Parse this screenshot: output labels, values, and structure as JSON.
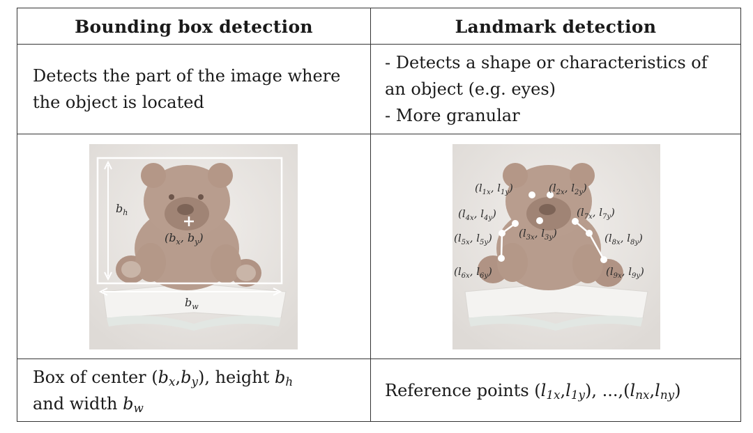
{
  "table": {
    "headers": [
      "Bounding box detection",
      "Landmark detection"
    ],
    "row1": {
      "left": [
        "Detects the part of the image where",
        "the object is located"
      ],
      "right": [
        "- Detects a shape or characteristics of",
        "an object (e.g. eyes)",
        "- More granular"
      ]
    },
    "row3": {
      "left_line1_prefix": "Box of center (",
      "left_line1_mid": ",",
      "left_line1_after": "), height ",
      "left_line2_prefix": "and width ",
      "right_prefix": "Reference points (",
      "right_mid1": ",",
      "right_mid2": "), ...,(",
      "right_mid3": ",",
      "right_suffix": ")"
    }
  },
  "math": {
    "bx": "b",
    "bx_sub": "x",
    "by": "b",
    "by_sub": "y",
    "bh": "b",
    "bh_sub": "h",
    "bw": "b",
    "bw_sub": "w",
    "l1x": "l",
    "l1x_sub": "1x",
    "l1y": "l",
    "l1y_sub": "1y",
    "lnx": "l",
    "lnx_sub": "nx",
    "lny": "l",
    "lny_sub": "ny"
  },
  "bbox_figure": {
    "center_label": "(b",
    "center_label_x_sub": "x",
    "center_label_mid": ", b",
    "center_label_y_sub": "y",
    "center_label_end": ")",
    "height_label": "b",
    "height_label_sub": "h",
    "width_label": "b",
    "width_label_sub": "w"
  },
  "landmark_figure": {
    "labels": [
      {
        "a": "1x",
        "b": "1y"
      },
      {
        "a": "2x",
        "b": "2y"
      },
      {
        "a": "4x",
        "b": "4y"
      },
      {
        "a": "7x",
        "b": "7y"
      },
      {
        "a": "5x",
        "b": "5y"
      },
      {
        "a": "3x",
        "b": "3y"
      },
      {
        "a": "8x",
        "b": "8y"
      },
      {
        "a": "6x",
        "b": "6y"
      },
      {
        "a": "9x",
        "b": "9y"
      }
    ]
  }
}
